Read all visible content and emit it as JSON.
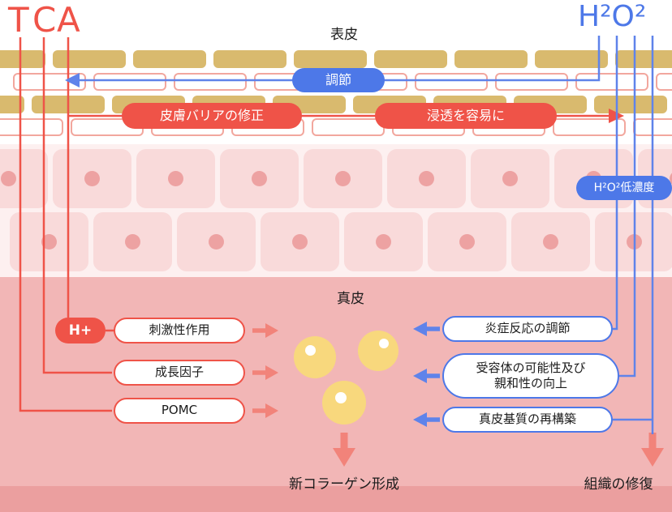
{
  "colors": {
    "red": "#ef5348",
    "red_soft": "#f2837a",
    "blue": "#4d78e8",
    "blue_line": "#5f83ea",
    "tan": "#d9ba6e",
    "brick_outline": "#f2a79e",
    "band_epidermis": "#fdf0f0",
    "cell_fill": "#f9dada",
    "nucleus": "#eda2a2",
    "dermis": "#f2b6b6",
    "dermis_deep": "#eb9f9f",
    "fibro": "#f8d87d",
    "ink": "#1b1b1b"
  },
  "top": {
    "tca_letters": [
      "T",
      "C",
      "A"
    ],
    "h2o2": "H²O²",
    "epidermis_label": "表皮"
  },
  "labels": {
    "dermis": "真皮"
  },
  "pills": {
    "regulation": "調節",
    "barrier": "皮膚バリアの修正",
    "penetration": "浸透を容易に",
    "low_concentration": "H²O²低濃度",
    "h_plus": "H+",
    "irritant": "刺激性作用",
    "growth_factor": "成長因子",
    "pomc": "POMC",
    "inflammation": "炎症反応の調節",
    "receptor_line1": "受容体の可能性及び",
    "receptor_line2": "親和性の向上",
    "matrix": "真皮基質の再構築"
  },
  "bottom": {
    "collagen": "新コラーゲン形成",
    "tissue_repair": "組織の修復"
  }
}
